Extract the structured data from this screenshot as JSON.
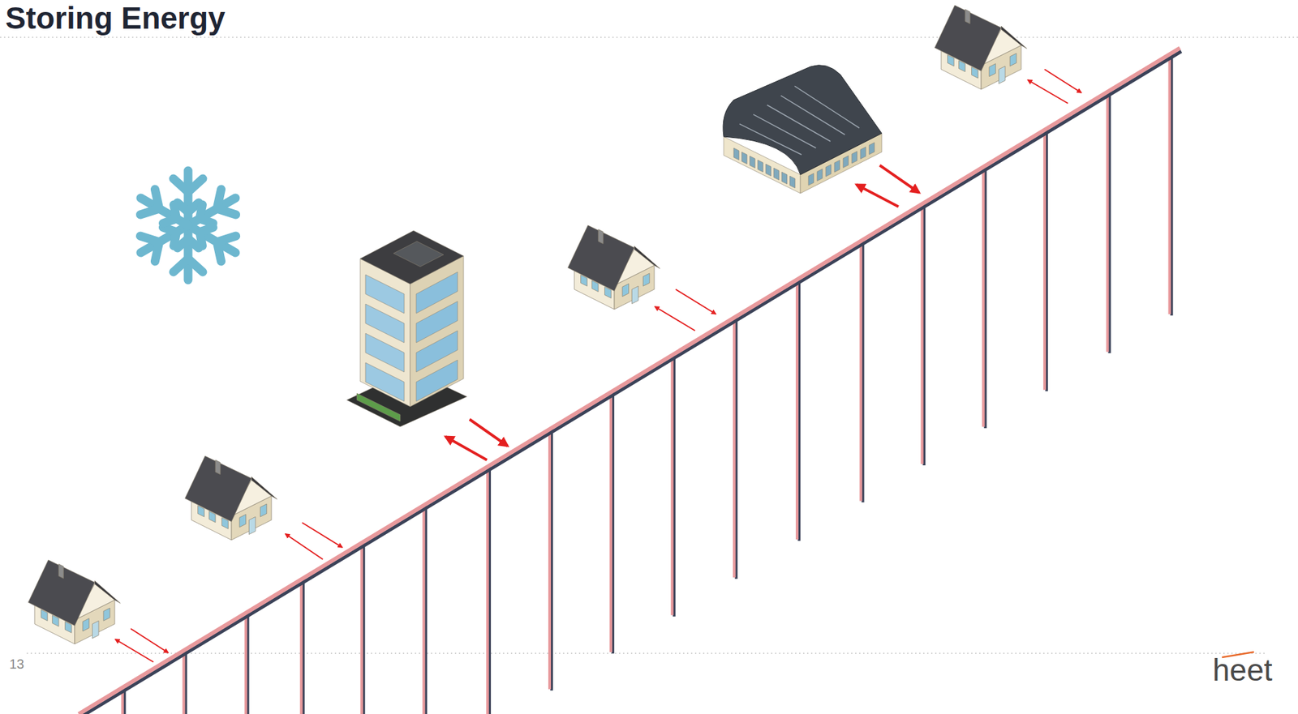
{
  "diagram": {
    "title": "Storing Energy",
    "labels": [
      "13",
      "heet"
    ]
  }
}
